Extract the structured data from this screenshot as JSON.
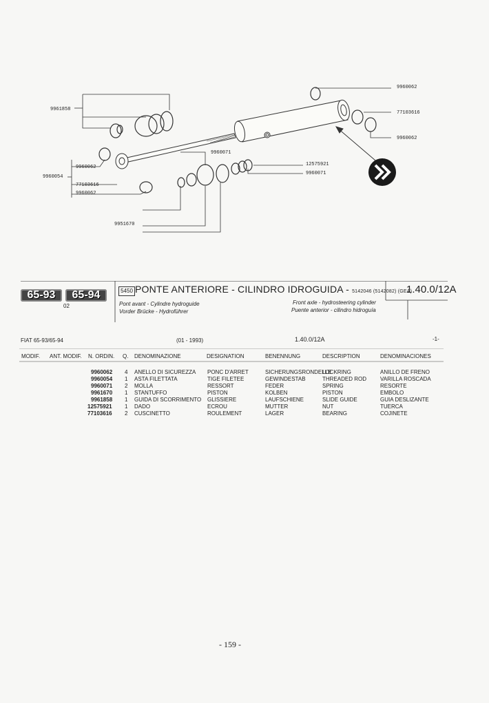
{
  "diagram": {
    "labels": {
      "l_9960062_top": "9960062",
      "l_77103616_right": "77103616",
      "l_9960062_right": "9960062",
      "l_9961858": "9961858",
      "l_9960071_mid": "9960071",
      "l_12575921": "12575921",
      "l_9960071_right": "9960071",
      "l_9960062_left": "9960062",
      "l_9960054": "9960054",
      "l_77103616_left": "77103616",
      "l_9960062_left2": "9960062",
      "l_9951670": "9951670"
    }
  },
  "header": {
    "model_1": "65-93",
    "model_2": "65-94",
    "model_sub": "02",
    "code_badge": "5450",
    "title": "PONTE ANTERIORE - CILINDRO IDROGUIDA -",
    "title_ref": "5142046 (5142082) (GEA)",
    "ref_number": "1.40.0/12A",
    "fr": "Pont avant - Cylindre hydroguide",
    "de": "Vorder Brücke - Hydroführer",
    "en": "Front axle - hydrosteering cylinder",
    "es": "Puente anterior - cilindro hidroguía"
  },
  "table_meta": {
    "model": "FIAT 65-93/65-94",
    "date_range": "(01 - 1993)",
    "ref": "1.40.0/12A",
    "page_marker": "-1-"
  },
  "columns": [
    "MODIF.",
    "ANT. MODIF.",
    "N. ORDIN.",
    "Q.",
    "DENOMINAZIONE",
    "DESIGNATION",
    "BENENNUNG",
    "DESCRIPTION",
    "DENOMINACIONES"
  ],
  "rows": [
    {
      "part": "9960062",
      "qty": "4",
      "it": "ANELLO DI SICUREZZA",
      "fr": "PONC D'ARRET",
      "de": "SICHERUNGSRONDELLE",
      "en": "LOCKRING",
      "es": "ANILLO DE FRENO"
    },
    {
      "part": "9960054",
      "qty": "1",
      "it": "ASTA FILETTATA",
      "fr": "TIGE FILETEE",
      "de": "GEWINDESTAB",
      "en": "THREADED ROD",
      "es": "VARILLA ROSCADA"
    },
    {
      "part": "9960071",
      "qty": "2",
      "it": "MOLLA",
      "fr": "RESSORT",
      "de": "FEDER",
      "en": "SPRING",
      "es": "RESORTE"
    },
    {
      "part": "9961670",
      "qty": "1",
      "it": "STANTUFFO",
      "fr": "PISTON",
      "de": "KOLBEN",
      "en": "PISTON",
      "es": "EMBOLO"
    },
    {
      "part": "9961858",
      "qty": "1",
      "it": "GUIDA DI SCORRIMENTO",
      "fr": "GLISSIERE",
      "de": "LAUFSCHIENE",
      "en": "SLIDE GUIDE",
      "es": "GUIA DESLIZANTE"
    },
    {
      "part": "12575921",
      "qty": "1",
      "it": "DADO",
      "fr": "ECROU",
      "de": "MUTTER",
      "en": "NUT",
      "es": "TUERCA"
    },
    {
      "part": "77103616",
      "qty": "2",
      "it": "CUSCINETTO",
      "fr": "ROULEMENT",
      "de": "LAGER",
      "en": "BEARING",
      "es": "COJINETE"
    }
  ],
  "footer": {
    "page_number": "- 159 -"
  }
}
